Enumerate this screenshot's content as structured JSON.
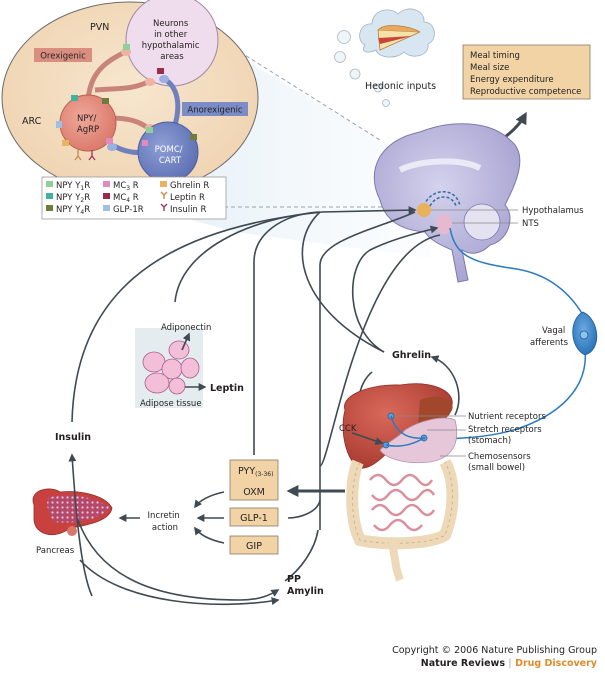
{
  "hypothalamus_inset": {
    "pvn_label": "PVN",
    "arc_label": "ARC",
    "other_neurons_label": [
      "Neurons",
      "in other",
      "hypothalamic",
      "areas"
    ],
    "orexigenic_label": "Orexigenic",
    "anorexigenic_label": "Anorexigenic",
    "npy_neuron_label": [
      "NPY/",
      "AgRP"
    ],
    "pomc_neuron_label": [
      "POMC/",
      "CART"
    ]
  },
  "legend": {
    "items": [
      {
        "label": "NPY Y",
        "sub": "1",
        "suffix": "R",
        "color": "#8fcf9a",
        "shape": "receptor"
      },
      {
        "label": "NPY Y",
        "sub": "2",
        "suffix": "R",
        "color": "#3fb3a0",
        "shape": "receptor"
      },
      {
        "label": "NPY Y",
        "sub": "4",
        "suffix": "R",
        "color": "#6d7d3e",
        "shape": "receptor"
      },
      {
        "label": "MC",
        "sub": "3",
        "suffix": " R",
        "color": "#e08bbd",
        "shape": "receptor"
      },
      {
        "label": "MC",
        "sub": "4",
        "suffix": " R",
        "color": "#9b2b4e",
        "shape": "receptor"
      },
      {
        "label": "GLP-1R",
        "sub": "",
        "suffix": "",
        "color": "#9fc0e0",
        "shape": "receptor"
      },
      {
        "label": "Ghrelin R",
        "sub": "",
        "suffix": "",
        "color": "#e7b560",
        "shape": "receptor"
      },
      {
        "label": "Leptin R",
        "sub": "",
        "suffix": "",
        "color": "#c98a4a",
        "shape": "y-receptor"
      },
      {
        "label": "Insulin R",
        "sub": "",
        "suffix": "",
        "color": "#a3345a",
        "shape": "y-receptor"
      }
    ]
  },
  "hedonic": {
    "label": "Hedonic inputs"
  },
  "outputs_box": {
    "lines": [
      "Meal timing",
      "Meal size",
      "Energy expenditure",
      "Reproductive competence"
    ]
  },
  "brain": {
    "hypothalamus_label": "Hypothalamus",
    "nts_label": "NTS"
  },
  "vagal": {
    "label": [
      "Vagal",
      "afferents"
    ]
  },
  "adipose": {
    "adiponectin_label": "Adiponectin",
    "leptin_label": "Leptin",
    "tissue_label": "Adipose tissue"
  },
  "gut": {
    "ghrelin_label": "Ghrelin",
    "cck_label": "CCK",
    "nutrient_receptors_label": "Nutrient receptors",
    "stretch_receptors_label": [
      "Stretch receptors",
      "(stomach)"
    ],
    "chemosensors_label": [
      "Chemosensors",
      "(small bowel)"
    ]
  },
  "gut_hormones": {
    "pyy_label": "PYY",
    "pyy_sub": "(3-36)",
    "oxm_label": "OXM",
    "glp1_label": "GLP-1",
    "gip_label": "GIP"
  },
  "incretin": {
    "label": [
      "Incretin",
      "action"
    ]
  },
  "pancreas": {
    "label": "Pancreas",
    "insulin_label": "Insulin",
    "pp_label": "PP",
    "amylin_label": "Amylin"
  },
  "footer": {
    "copyright": "Copyright © 2006 Nature Publishing Group",
    "journal_main": "Nature Reviews",
    "separator": " | ",
    "journal_section": "Drug Discovery",
    "section_color": "#e08a2c"
  }
}
